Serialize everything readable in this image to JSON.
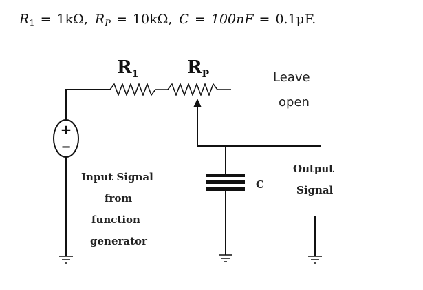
{
  "equation": {
    "r1_symbol": "R",
    "r1_sub": "1",
    "r1_value": "1kΩ,",
    "rp_symbol": "R",
    "rp_sub": "P",
    "rp_value": "10kΩ,",
    "c_symbol": "C",
    "c_value": "100nF",
    "c_value_alt": "0.1μF.",
    "equals": "="
  },
  "circuit": {
    "resistor1": {
      "symbol": "R",
      "sub": "1"
    },
    "potentiometer": {
      "symbol": "R",
      "sub": "P"
    },
    "capacitor": "C",
    "source": {
      "plus": "+",
      "minus": "−"
    },
    "leave_open": [
      "Leave",
      "open"
    ],
    "input_signal": [
      "Input Signal",
      "from",
      "function",
      "generator"
    ],
    "output_signal": [
      "Output",
      "Signal"
    ]
  }
}
